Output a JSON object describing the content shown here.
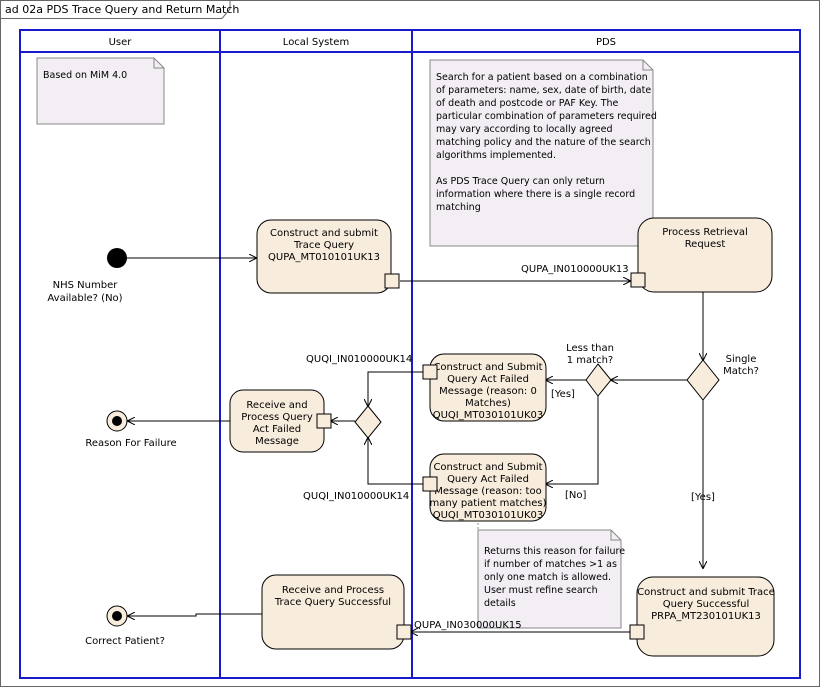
{
  "frame": {
    "title": "ad 02a PDS Trace Query and Return Match"
  },
  "lanes": {
    "user": "User",
    "local": "Local System",
    "pds": "PDS"
  },
  "notes": {
    "mim": [
      "Based on MiM 4.0"
    ],
    "search": [
      "Search for a patient based on a combination",
      "of parameters: name, sex, date of birth, date",
      "of death and postcode or PAF Key. The",
      "particular combination of parameters required",
      "may vary according to locally agreed",
      "matching policy and the nature of the search",
      "algorithms implemented.",
      "",
      "As PDS Trace Query can only return",
      "information where there is a single record",
      "matching"
    ],
    "failure_reason": [
      "Returns this reason for failure",
      "if number of matches >1 as",
      "only one match is allowed.",
      "User must refine search",
      "details"
    ]
  },
  "nodes": {
    "start_label": [
      "NHS Number",
      "Available? (No)"
    ],
    "fail_end_label": [
      "Reason For Failure"
    ],
    "success_end_label": [
      "Correct Patient?"
    ],
    "construct_trace_query": [
      "Construct and submit",
      "Trace Query",
      "QUPA_MT010101UK13"
    ],
    "process_retrieval": [
      "Process Retrieval",
      "Request"
    ],
    "failed_zero": [
      "Construct and Submit",
      "Query Act Failed",
      "Message (reason: 0",
      "Matches)",
      "QUQI_MT030101UK03"
    ],
    "failed_many": [
      "Construct and Submit",
      "Query Act Failed",
      "Message (reason: too",
      "many patient matches)",
      "QUQI_MT030101UK03"
    ],
    "receive_failed": [
      "Receive and",
      "Process Query",
      "Act Failed",
      "Message"
    ],
    "receive_success": [
      "Receive and Process",
      "Trace Query Successful"
    ],
    "construct_success": [
      "Construct and submit Trace",
      "Query Successful",
      "PRPA_MT230101UK13"
    ]
  },
  "decisions": {
    "single_match": [
      "Single",
      "Match?"
    ],
    "less_than": [
      "Less than",
      "1 match?"
    ]
  },
  "edges": {
    "qupa_in": "QUPA_IN010000UK13",
    "quqi_top": "QUQI_IN010000UK14",
    "quqi_bottom": "QUQI_IN010000UK14",
    "qupa_out": "QUPA_IN030000UK15",
    "yes_less": "[Yes]",
    "no_less": "[No]",
    "yes_single": "[Yes]"
  },
  "colors": {
    "lane_border": "#1a1acd",
    "node_fill": "#f8ecdc",
    "note_fill": "#f2eef4",
    "frame_border": "#555555"
  }
}
